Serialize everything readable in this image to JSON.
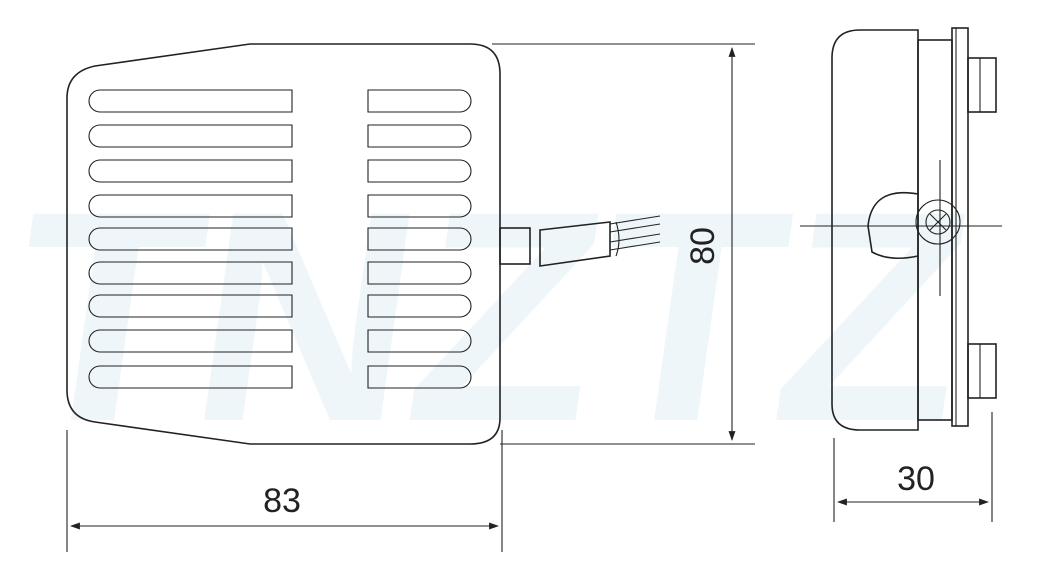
{
  "diagram": {
    "dimensions": {
      "width_label": "83",
      "height_label": "80",
      "depth_label": "30"
    },
    "colors": {
      "line": "#222222",
      "background": "#ffffff",
      "watermark": "#cfe7f3"
    }
  }
}
